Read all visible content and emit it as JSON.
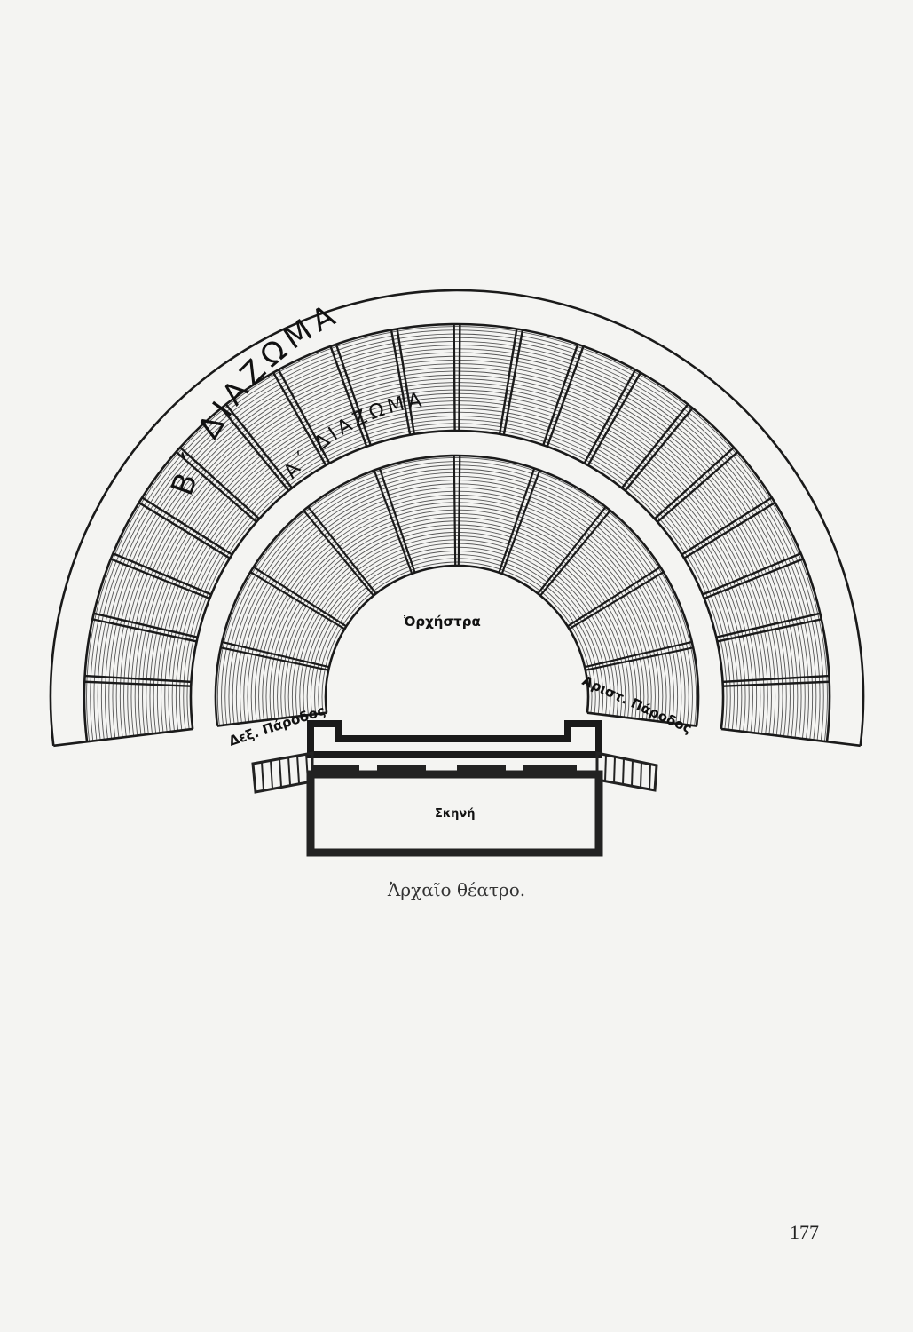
{
  "diagram": {
    "title": "Ancient theatre plan",
    "labels": {
      "upper_diazoma": "Β΄ ΔΙΑΖΩΜΑ",
      "lower_diazoma": "Α΄ ΔΙΑΖΩΜΑ",
      "orchestra": "Ὀρχήστρα",
      "right_parodos": "Δεξ. Πάροδος",
      "left_parodos": "Ἀριστ. Πάροδος",
      "skene": "Σκηνή"
    },
    "colors": {
      "ink": "#1a1a1a",
      "paper": "#f4f4f2"
    }
  },
  "caption": "Ἀρχαῖο θέατρο.",
  "page_number": "177"
}
